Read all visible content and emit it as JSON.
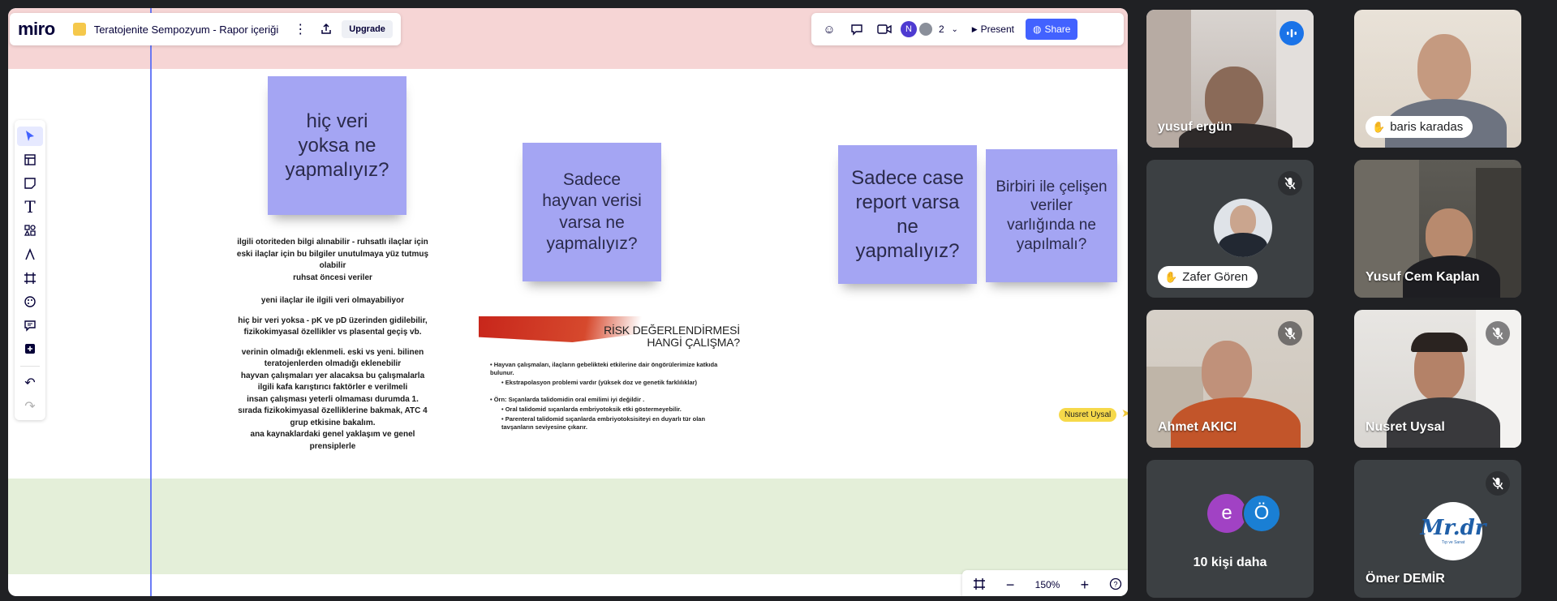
{
  "miro": {
    "logo": "miro",
    "board_title": "Teratojenite Sempozyum - Rapor içeriği",
    "upgrade_label": "Upgrade",
    "collaborator_initial": "N",
    "collaborator_count": "2",
    "present_label": "Present",
    "share_label": "Share",
    "zoom_level": "150%",
    "cursor_user": "Nusret Uysal"
  },
  "stickies": {
    "s1": "hiç veri yoksa ne yapmalıyız?",
    "s2": "Sadece hayvan verisi varsa ne yapmalıyız?",
    "s3": "Sadece case report varsa ne yapmalıyız?",
    "s4": "Birbiri ile çelişen veriler varlığında ne yapılmalı?"
  },
  "notes": {
    "p1_l1": "ilgili otoriteden bilgi alınabilir - ruhsatlı ilaçlar için",
    "p1_l2": "eski ilaçlar için bu bilgiler unutulmaya yüz tutmuş olabilir",
    "p1_l3": "ruhsat öncesi veriler",
    "p2": "yeni ilaçlar ile ilgili veri olmayabiliyor",
    "p3_l1": "hiç bir veri yoksa - pK ve pD üzerinden gidilebilir,",
    "p3_l2": "fizikokimyasal özellikler vs plasental geçiş vb.",
    "p4_l1": "verinin olmadığı eklenmeli. eski vs yeni. bilinen",
    "p4_l2": "teratojenlerden olmadığı eklenebilir",
    "p4_l3": "hayvan çalışmaları yer alacaksa bu çalışmalarla",
    "p4_l4": "ilgili kafa karıştırıcı faktörler e verilmeli",
    "p4_l5": "insan çalışması yeterli olmaması durumda 1.",
    "p4_l6": "sırada fizikokimyasal özelliklerine bakmak, ATC 4",
    "p4_l7": "grup etkisine bakalım.",
    "p4_l8": "ana kaynaklardaki genel yaklaşım ve genel",
    "p4_l9": "prensiplerle"
  },
  "slide": {
    "title_l1": "RİSK DEĞERLENDİRMESİ",
    "title_l2": "HANGİ ÇALIŞMA?",
    "b1": "Hayvan çalışmaları, ilaçların gebelikteki etkilerine dair öngörülerimize katkıda bulunur.",
    "b1a": "Ekstrapolasyon problemi vardır (yüksek doz ve genetik farklılıklar)",
    "b2": "Örn: Sıçanlarda talidomidin oral emilimi iyi değildir .",
    "b2a": "Oral talidomid sıçanlarda embriyotoksik etki göstermeyebilir.",
    "b2b": "Parenteral talidomid sıçanlarda embriyotoksisiteyi en duyarlı tür olan tavşanların seviyesine çıkarır."
  },
  "meet": {
    "p1": "yusuf ergün",
    "p2": "baris karadas",
    "p3": "Zafer Gören",
    "p4": "Yusuf Cem Kaplan",
    "p5": "Ahmet AKICI",
    "p6": "Nusret Uysal",
    "more_a": "e",
    "more_b": "Ö",
    "more_label": "10 kişi daha",
    "p8": "Ömer DEMİR",
    "p8_logo_main": "Mr.dr",
    "p8_logo_sub": "Tıp ve Sanat"
  },
  "colors": {
    "sticky": "#a4a5f3",
    "share": "#4262ff",
    "tile_bg": "#3c4043",
    "speaking": "#8ab4f8"
  }
}
